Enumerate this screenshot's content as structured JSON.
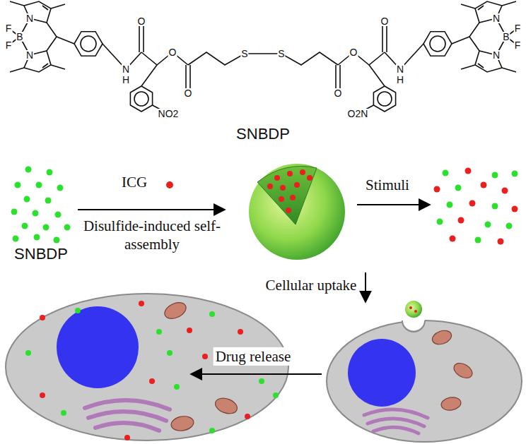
{
  "diagram": {
    "labels": [
      "N",
      "F",
      "B",
      "F",
      "N",
      "O",
      "N",
      "H",
      "NO2",
      "O",
      "O",
      "S",
      "S",
      "O",
      "O",
      "O2N",
      "O",
      "N",
      "H",
      "N",
      "B",
      "F",
      "F",
      "N",
      "SNBDP",
      "ICG",
      "Disulfide-induced self-assembly",
      "Stimuli",
      "SNBDP",
      "Cellular uptake",
      "Drug release"
    ]
  }
}
